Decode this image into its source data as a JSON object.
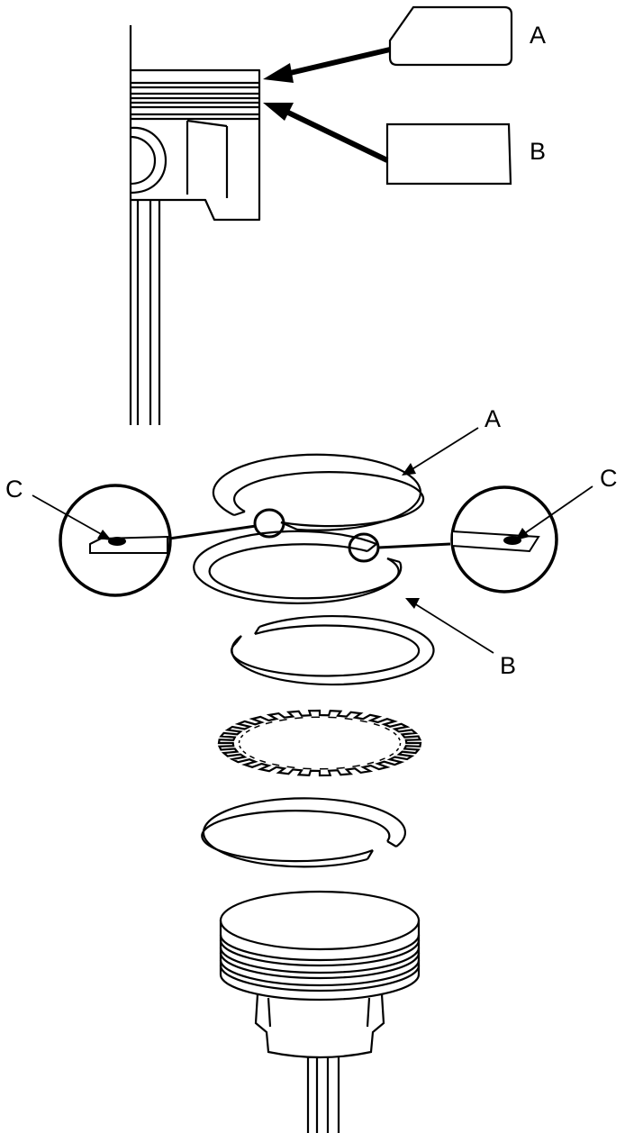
{
  "labels": {
    "top_a": "A",
    "top_b": "B",
    "ring_a": "A",
    "ring_b": "B",
    "mark_left": "C",
    "mark_right": "C"
  },
  "colors": {
    "ink": "#000000",
    "paper": "#ffffff"
  }
}
